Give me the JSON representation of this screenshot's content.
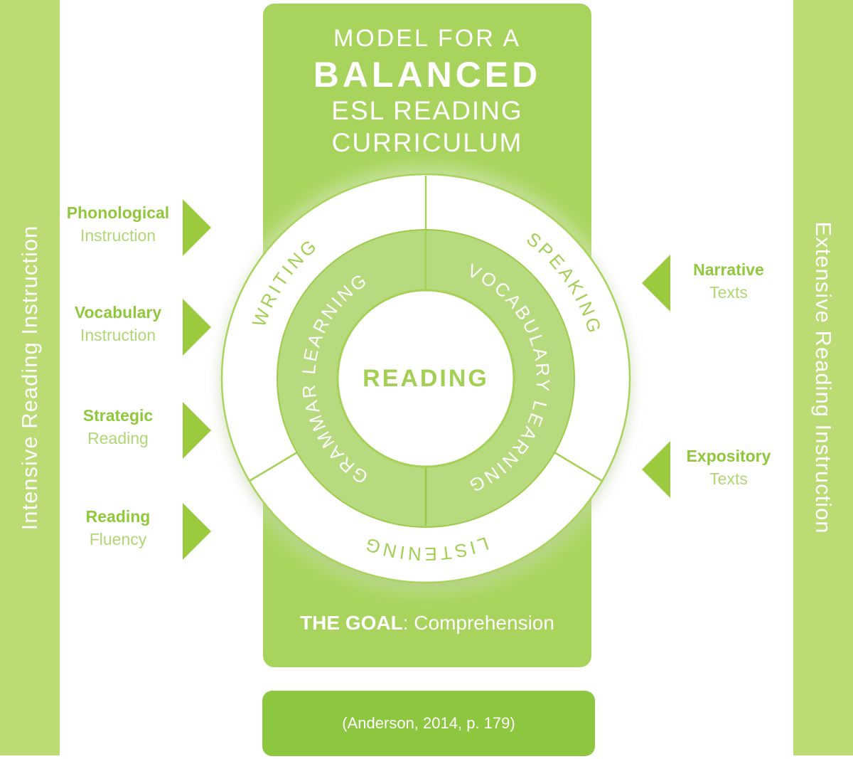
{
  "colors": {
    "bar_green": "#bbdb74",
    "panel_green": "#a8d45d",
    "citation_green": "#8dc63f",
    "ring_green": "#b7da7e",
    "stroke_green": "#a3d054",
    "arrow_green": "#9cca3e",
    "item_bold_green": "#90c83c",
    "item_light_green": "#b1d775",
    "white": "#ffffff"
  },
  "title": {
    "line1": "MODEL FOR A",
    "line2": "BALANCED",
    "line3": "ESL READING",
    "line4": "CURRICULUM"
  },
  "sidebars": {
    "left": "Intensive Reading Instruction",
    "right": "Extensive Reading Instruction"
  },
  "left_items": [
    {
      "bold": "Phonological",
      "light": "Instruction"
    },
    {
      "bold": "Vocabulary",
      "light": "Instruction"
    },
    {
      "bold": "Strategic",
      "light": "Reading"
    },
    {
      "bold": "Reading",
      "light": "Fluency"
    }
  ],
  "right_items": [
    {
      "bold": "Narrative",
      "light": "Texts"
    },
    {
      "bold": "Expository",
      "light": "Texts"
    }
  ],
  "wheel": {
    "center": "READING",
    "inner_ring": [
      "GRAMMAR LEARNING",
      "VOCABULARY LEARNING"
    ],
    "outer_ring": [
      "WRITING",
      "SPEAKING",
      "LISTENING"
    ]
  },
  "goal": {
    "label": "THE GOAL",
    "rest": ": Comprehension"
  },
  "citation": "(Anderson, 2014, p. 179)"
}
